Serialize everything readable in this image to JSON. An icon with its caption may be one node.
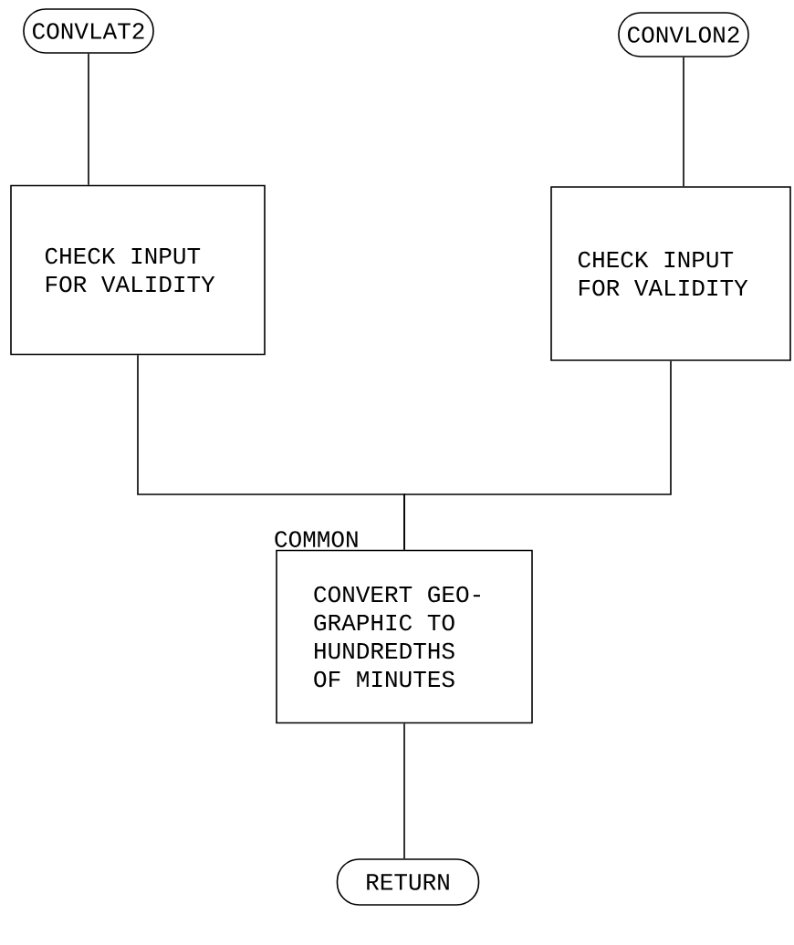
{
  "diagram": {
    "nodes": [
      {
        "text": [
          "CONVLAT2"
        ]
      },
      {
        "text": [
          "CONVLON2"
        ]
      },
      {
        "text": [
          "CHECK INPUT FOR VALIDITY"
        ]
      },
      {
        "text": [
          "CHECK INPUT FOR VALIDITY"
        ]
      },
      {
        "text": [
          "COMMON",
          "CONVERT GEO- GRAPHIC TO HUNDREDTHS OF MINUTES"
        ]
      },
      {
        "text": [
          "RETURN"
        ]
      }
    ],
    "edges": [
      {
        "from": 0,
        "to": 2,
        "arrow": "none"
      },
      {
        "from": 1,
        "to": 3,
        "arrow": "none"
      },
      {
        "from": 2,
        "to": 4,
        "arrow": "none"
      },
      {
        "from": 3,
        "to": 4,
        "arrow": "none"
      },
      {
        "from": 4,
        "to": 5,
        "arrow": "none"
      }
    ]
  }
}
